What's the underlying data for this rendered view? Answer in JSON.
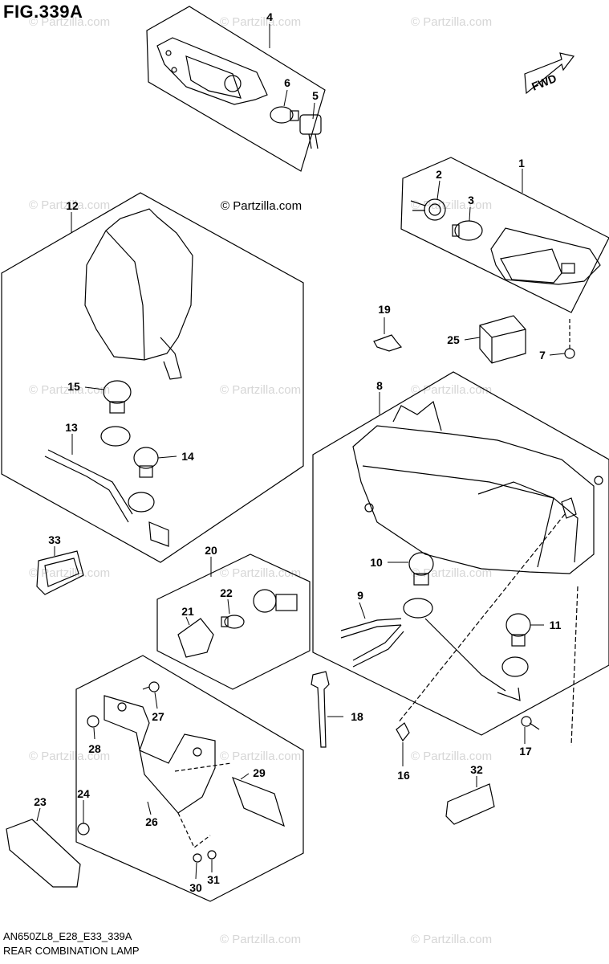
{
  "figure": {
    "title": "FIG.339A",
    "code": "AN650ZL8_E28_E33_339A",
    "name": "REAR COMBINATION LAMP",
    "copyright": "© Partzilla.com",
    "watermark": "© Partzilla.com",
    "fwd_label": "FWD"
  },
  "parts": [
    {
      "ref": "1"
    },
    {
      "ref": "2"
    },
    {
      "ref": "3"
    },
    {
      "ref": "4"
    },
    {
      "ref": "5"
    },
    {
      "ref": "6"
    },
    {
      "ref": "7"
    },
    {
      "ref": "8"
    },
    {
      "ref": "9"
    },
    {
      "ref": "10"
    },
    {
      "ref": "11"
    },
    {
      "ref": "12"
    },
    {
      "ref": "13"
    },
    {
      "ref": "14"
    },
    {
      "ref": "15"
    },
    {
      "ref": "16"
    },
    {
      "ref": "17"
    },
    {
      "ref": "18"
    },
    {
      "ref": "19"
    },
    {
      "ref": "20"
    },
    {
      "ref": "21"
    },
    {
      "ref": "22"
    },
    {
      "ref": "23"
    },
    {
      "ref": "24"
    },
    {
      "ref": "25"
    },
    {
      "ref": "26"
    },
    {
      "ref": "27"
    },
    {
      "ref": "28"
    },
    {
      "ref": "29"
    },
    {
      "ref": "30"
    },
    {
      "ref": "31"
    },
    {
      "ref": "32"
    },
    {
      "ref": "33"
    }
  ]
}
